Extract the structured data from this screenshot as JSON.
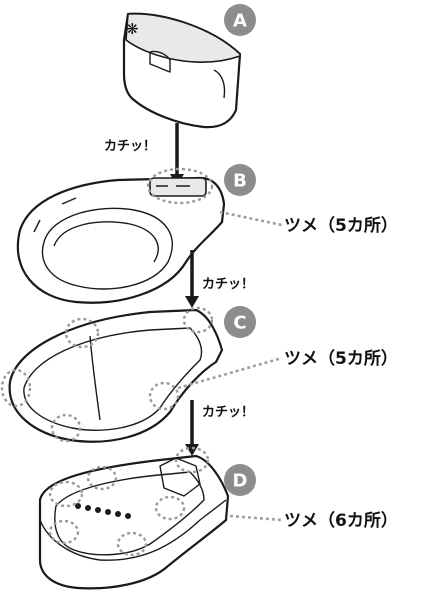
{
  "badges": {
    "a": "A",
    "b": "B",
    "c": "C",
    "d": "D"
  },
  "labels": {
    "click_1": "カチッ！",
    "click_2": "カチッ！",
    "click_3": "カチッ！",
    "claw_b": "ツメ（5カ所）",
    "claw_c": "ツメ（5カ所）",
    "claw_d": "ツメ（6カ所）"
  },
  "symbols": {
    "tank_mark": "❋"
  },
  "colors": {
    "badge": "#8c8c8c",
    "line": "#1a1a1a",
    "dashed": "#9a9a9a"
  }
}
